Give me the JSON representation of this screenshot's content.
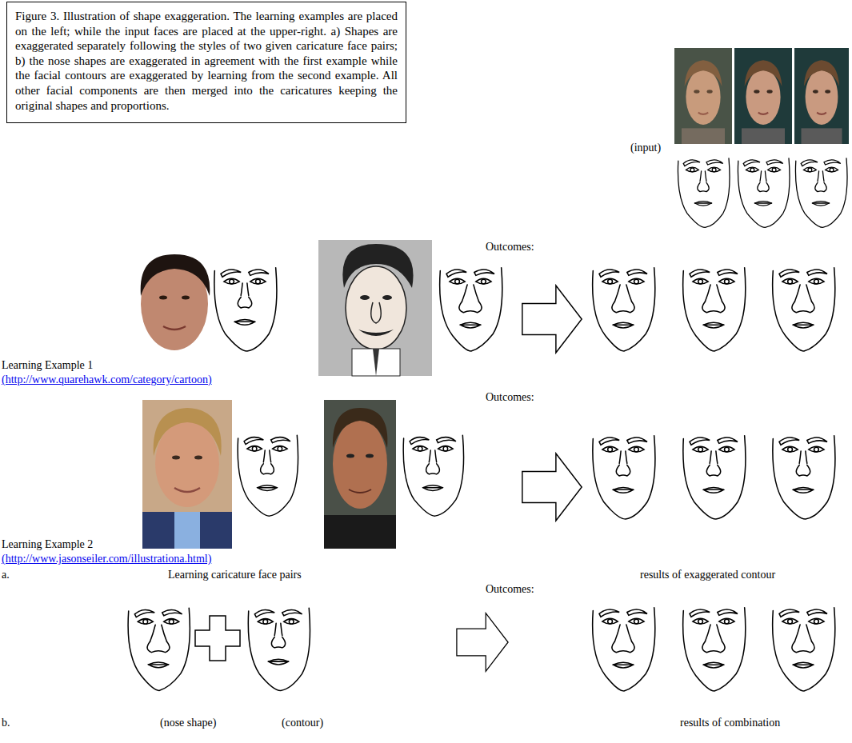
{
  "diagram": {
    "caption": "Figure 3. Illustration of shape exaggeration. The learning examples are placed on the left; while the input faces are placed at the upper-right. a) Shapes are exaggerated separately following the styles of two given caricature face pairs; b) the nose shapes are exaggerated in agreement with the first example while the facial contours are exaggerated by learning from the second example. All other facial components are then merged into the caricatures keeping the original shapes and proportions.",
    "labels": [
      "(input)",
      "Outcomes:",
      "Learning Example 1",
      "(http://www.quarehawk.com/category/cartoon)",
      "Outcomes:",
      "Learning Example 2",
      "(http://www.jasonseiler.com/illustrationa.html)",
      "a.",
      "Learning caricature face pairs",
      "results of exaggerated contour",
      "Outcomes:",
      "b.",
      "(nose shape)",
      "(contour)",
      "results of combination"
    ]
  }
}
